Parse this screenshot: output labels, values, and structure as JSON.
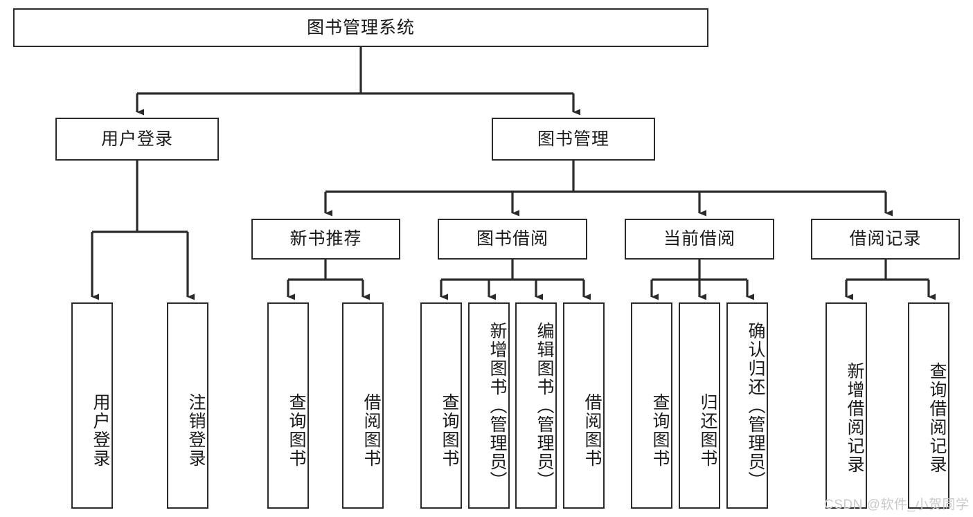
{
  "diagram": {
    "type": "tree-hierarchy",
    "title": "图书管理系统",
    "root": {
      "label": "图书管理系统"
    },
    "level2": [
      {
        "id": "user-login",
        "label": "用户登录"
      },
      {
        "id": "book-manage",
        "label": "图书管理"
      }
    ],
    "level3": [
      {
        "id": "new-book-rec",
        "label": "新书推荐",
        "parent": "book-manage"
      },
      {
        "id": "book-borrow",
        "label": "图书借阅",
        "parent": "book-manage"
      },
      {
        "id": "current-borrow",
        "label": "当前借阅",
        "parent": "book-manage"
      },
      {
        "id": "borrow-record",
        "label": "借阅记录",
        "parent": "book-manage"
      }
    ],
    "leaves": [
      {
        "id": "leaf-user-login",
        "label": "用户登录",
        "parent": "user-login"
      },
      {
        "id": "leaf-logout",
        "label": "注销登录",
        "parent": "user-login"
      },
      {
        "id": "leaf-query-book-1",
        "label": "查询图书",
        "parent": "new-book-rec"
      },
      {
        "id": "leaf-borrow-book-1",
        "label": "借阅图书",
        "parent": "new-book-rec"
      },
      {
        "id": "leaf-query-book-2",
        "label": "查询图书",
        "parent": "book-borrow"
      },
      {
        "id": "leaf-add-book",
        "label": "新增图书（管理员）",
        "parent": "book-borrow"
      },
      {
        "id": "leaf-edit-book",
        "label": "编辑图书（管理员）",
        "parent": "book-borrow"
      },
      {
        "id": "leaf-borrow-book-2",
        "label": "借阅图书",
        "parent": "book-borrow"
      },
      {
        "id": "leaf-query-book-3",
        "label": "查询图书",
        "parent": "current-borrow"
      },
      {
        "id": "leaf-return-book",
        "label": "归还图书",
        "parent": "current-borrow"
      },
      {
        "id": "leaf-confirm-return",
        "label": "确认归还（管理员）",
        "parent": "current-borrow"
      },
      {
        "id": "leaf-add-record",
        "label": "新增借阅记录",
        "parent": "borrow-record"
      },
      {
        "id": "leaf-query-record",
        "label": "查询借阅记录",
        "parent": "borrow-record"
      }
    ],
    "colors": {
      "stroke": "#2b2b2b",
      "fill": "#ffffff",
      "text": "#1a1a1a",
      "watermark": "#c9c9c9"
    }
  },
  "watermark": {
    "text": "CSDN @软件_小贺同学"
  }
}
